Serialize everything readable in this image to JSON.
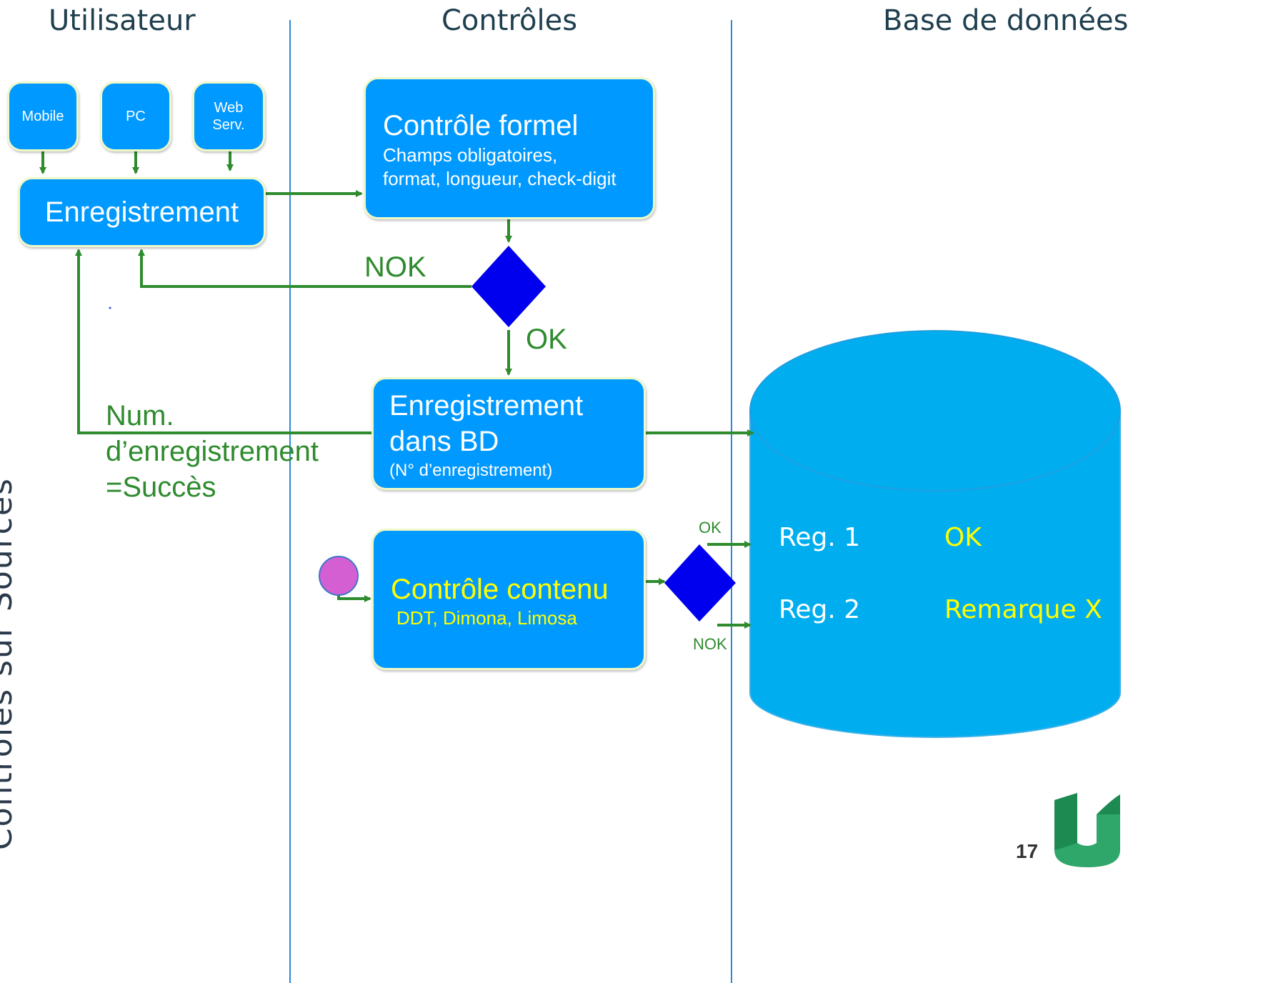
{
  "lanes": {
    "user": "Utilisateur",
    "controls": "Contrôles",
    "database": "Base de données"
  },
  "sources": {
    "mobile": "Mobile",
    "pc": "PC",
    "web_line1": "Web",
    "web_line2": "Serv."
  },
  "registration_box": "Enregistrement",
  "formal_check": {
    "title": "Contrôle formel",
    "line1": "Champs obligatoires,",
    "line2": "format, longueur, check-digit"
  },
  "labels": {
    "nok": "NOK",
    "ok": "OK",
    "success_line1": "Num.",
    "success_line2": "d’enregistrement",
    "success_line3": "=Succès",
    "ok_small": "OK",
    "nok_small": "NOK"
  },
  "db_registration": {
    "line1": "Enregistrement",
    "line2": "dans BD",
    "line3": "(N° d’enregistrement)"
  },
  "content_check": {
    "title": "Contrôle contenu",
    "subtitle": "DDT, Dimona, Limosa"
  },
  "database_rows": [
    {
      "reg": "Reg. 1",
      "status": "OK"
    },
    {
      "reg": "Reg. 2",
      "status": "Remarque X"
    }
  ],
  "side_text": "Contrôles sur Sources",
  "page_number": "17",
  "colors": {
    "box_blue": "#0099ff",
    "db_blue": "#00aef0",
    "arrow_green": "#2e8b2e",
    "diamond": "#0000ee",
    "lane_line": "#2b89d6",
    "highlight_yellow": "#ffff00",
    "start_dot": "#d35fd3"
  }
}
